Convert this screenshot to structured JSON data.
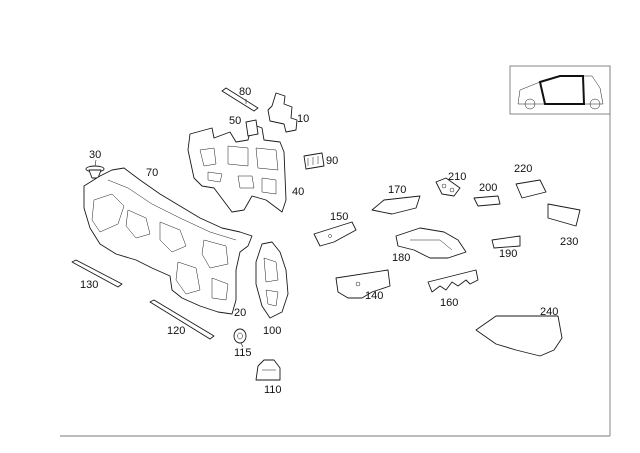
{
  "callouts": {
    "c10": "10",
    "c20": "20",
    "c30": "30",
    "c40": "40",
    "c50": "50",
    "c70": "70",
    "c80": "80",
    "c90": "90",
    "c100": "100",
    "c110": "110",
    "c115": "115",
    "c120": "120",
    "c130": "130",
    "c140": "140",
    "c150": "150",
    "c160": "160",
    "c170": "170",
    "c180": "180",
    "c190": "190",
    "c200": "200",
    "c210": "210",
    "c220": "220",
    "c230": "230",
    "c240": "240"
  },
  "colors": {
    "line": "#1a1a1a",
    "frame": "#7a7a7a",
    "background": "#ffffff"
  },
  "icons": {
    "thumbnail": "vehicle-thumbnail-icon"
  }
}
